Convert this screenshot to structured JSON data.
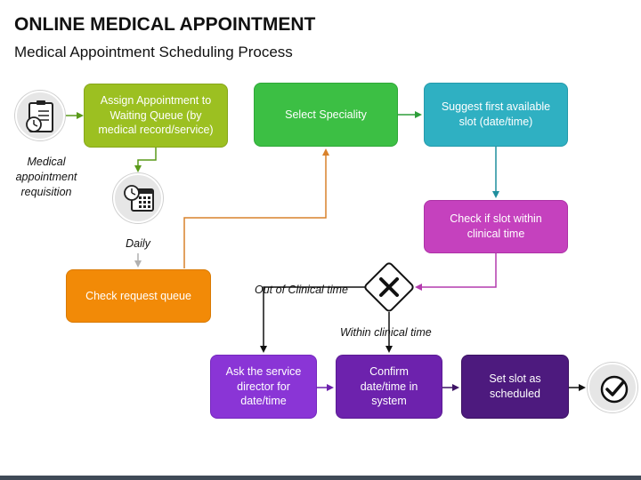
{
  "title": "ONLINE MEDICAL APPOINTMENT",
  "subtitle": "Medical Appointment Scheduling Process",
  "icons": {
    "requisition": "clipboard-clock-icon",
    "daily": "calendar-clock-icon",
    "decision": "x-mark-icon",
    "end": "check-mark-icon"
  },
  "labels": {
    "requisition": "Medical appointment requisition",
    "daily": "Daily",
    "out_of_clinical": "Out of Clinical time",
    "within_clinical": "Within clinical time"
  },
  "steps": {
    "assign": "Assign Appointment to Waiting Queue (by medical record/service)",
    "check_queue": "Check request queue",
    "select_speciality": "Select Speciality",
    "suggest_slot": "Suggest first available slot (date/time)",
    "check_slot": "Check if slot within clinical time",
    "ask_director": "Ask the service director for date/time",
    "confirm": "Confirm date/time in system",
    "set_slot": "Set slot as scheduled"
  },
  "colors": {
    "assign": "#9cc021",
    "check_queue": "#f28a07",
    "select_speciality": "#3cbf44",
    "suggest_slot": "#2fb0c2",
    "check_slot": "#c541be",
    "ask_director": "#8a35d6",
    "confirm": "#6d22ad",
    "set_slot": "#4d1a7e"
  }
}
